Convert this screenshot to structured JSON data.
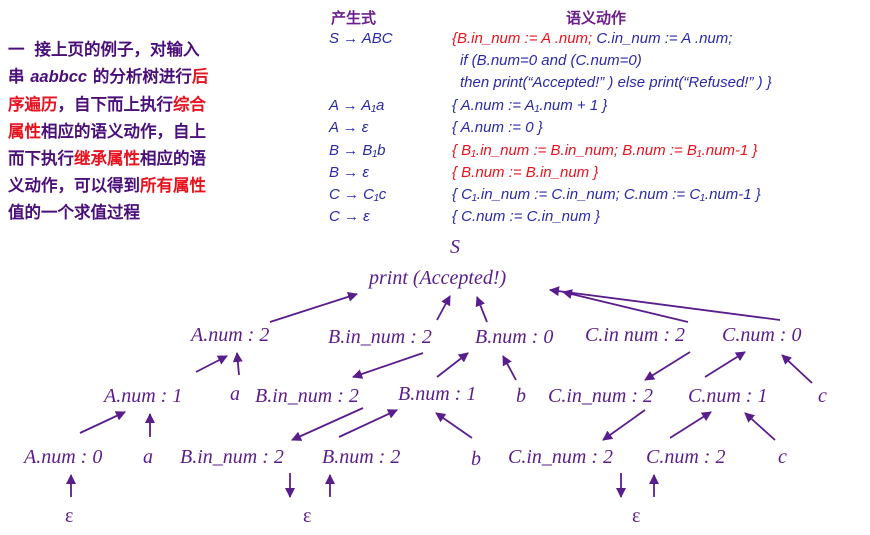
{
  "intro": {
    "dash": "一",
    "p1": "接上页的例子，对输入",
    "p2": "串",
    "input": "aabbcc",
    "p3": "的分析树进行",
    "p4": "后",
    "p5": "序遍历",
    "p6": "，自下而上执行",
    "p7": "综合",
    "p8": "属性",
    "p9": "相应的语义动作，自上",
    "p10": "而下执行",
    "p11": "继承属性",
    "p12": "相应的语",
    "p13": "义动作，可以得到",
    "p14": "所有属性",
    "p15": "值的一个求值过程"
  },
  "table": {
    "header_prod": "产生式",
    "header_action": "语义动作",
    "rows": [
      {
        "prod": "S → ABC",
        "action": ""
      },
      {
        "prod": "A → A₁a",
        "action": "{ A.num := A₁.num + 1 }"
      },
      {
        "prod": "A → ε",
        "action": "{ A.num := 0 }"
      },
      {
        "prod": "B → B₁b",
        "action": "{ B₁.in_num := B.in_num; B.num := B₁.num-1 }"
      },
      {
        "prod": "B → ε",
        "action": "{ B.num := B.in_num }"
      },
      {
        "prod": "C → C₁c",
        "action": "{ C₁.in_num := C.in_num; C.num := C₁.num-1 }"
      },
      {
        "prod": "C → ε",
        "action": "{ C.num := C.in_num }"
      }
    ],
    "s_action_1a": "{B.in_num := A .num;",
    "s_action_1b": "C.in_num := A .num;",
    "s_action_2": "if  (B.num=0 and (C.num=0)",
    "s_action_3": "then  print(“Accepted!” )  else print(“Refused!” ) }"
  },
  "tree": {
    "root": "S",
    "print": "print (Accepted!)",
    "a_num_2": "A.num : 2",
    "b_in_num_2_top": "B.in_num : 2",
    "b_num_0": "B.num : 0",
    "c_in_num_2_top": "C.in  num : 2",
    "c_num_0": "C.num : 0",
    "a_num_1": "A.num : 1",
    "a_leaf_1": "a",
    "b_in_num_2_mid": "B.in_num : 2",
    "b_num_1": "B.num : 1",
    "b_leaf_1": "b",
    "c_in_num_2_mid": "C.in_num : 2",
    "c_num_1": "C.num : 1",
    "c_leaf_1": "c",
    "a_num_0": "A.num : 0",
    "a_leaf_2": "a",
    "b_in_num_2_bot": "B.in_num : 2",
    "b_num_2": "B.num : 2",
    "b_leaf_2": "b",
    "c_in_num_2_bot": "C.in_num : 2",
    "c_num_2": "C.num : 2",
    "c_leaf_2": "c",
    "eps_1": "ε",
    "eps_2": "ε",
    "eps_3": "ε"
  },
  "colors": {
    "intro_text": "#4b0f7a",
    "highlight": "#e8121e",
    "table_text": "#2a2aa8",
    "node_text": "#5a1d8c",
    "arrow": "#5a1d8c"
  }
}
